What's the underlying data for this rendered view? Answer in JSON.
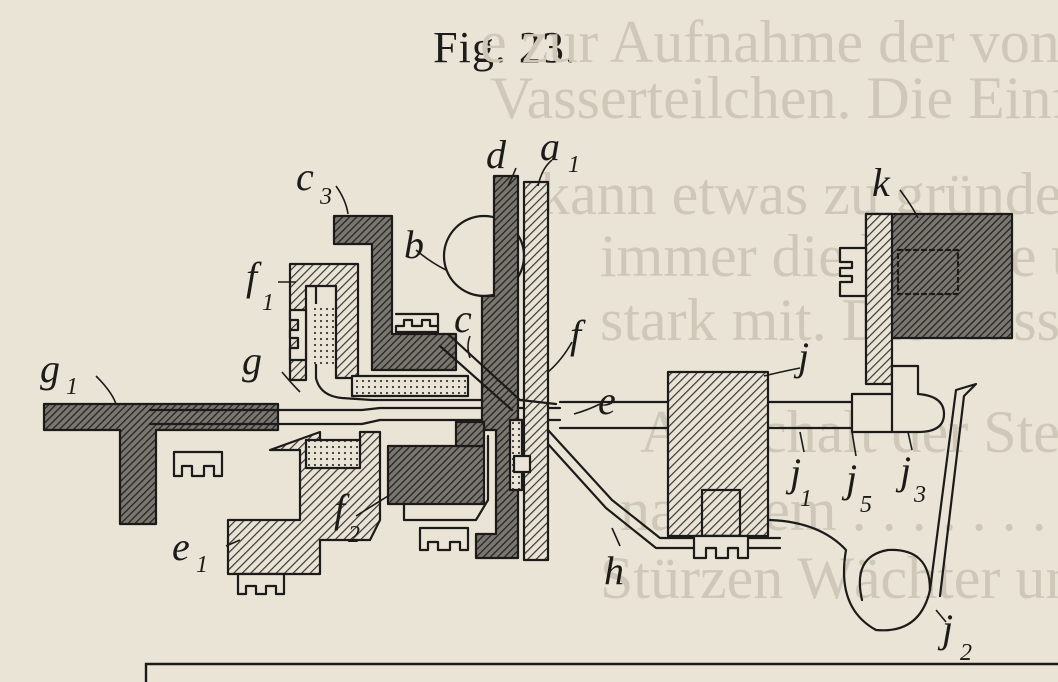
{
  "figure": {
    "title": "Fig. 23."
  },
  "labels": {
    "d": {
      "main": "d",
      "sub": ""
    },
    "a1": {
      "main": "a",
      "sub": "1"
    },
    "c3": {
      "main": "c",
      "sub": "3"
    },
    "b": {
      "main": "b",
      "sub": ""
    },
    "k": {
      "main": "k",
      "sub": ""
    },
    "f1": {
      "main": "f",
      "sub": "1"
    },
    "c": {
      "main": "c",
      "sub": ""
    },
    "f": {
      "main": "f",
      "sub": ""
    },
    "j": {
      "main": "j",
      "sub": ""
    },
    "g1": {
      "main": "g",
      "sub": "1"
    },
    "g": {
      "main": "g",
      "sub": ""
    },
    "e": {
      "main": "e",
      "sub": ""
    },
    "j1": {
      "main": "j",
      "sub": "1"
    },
    "j5": {
      "main": "j",
      "sub": "5"
    },
    "j3": {
      "main": "j",
      "sub": "3"
    },
    "f2": {
      "main": "f",
      "sub": "2"
    },
    "e1": {
      "main": "e",
      "sub": "1"
    },
    "h": {
      "main": "h",
      "sub": ""
    },
    "j2": {
      "main": "j",
      "sub": "2"
    }
  },
  "colors": {
    "paper": "#e9e4d6",
    "ink": "#1c1b19",
    "hatch": "#3a3835",
    "show_through": "#cfc8b8"
  },
  "background_text": [
    "e zur Aufnahme der von den",
    "Vasserteilchen. Die Einfachheit",
    "kann etwas zu gründen über",
    "immer die letztere und beide",
    "stark mit. Die Ausspannung",
    "Ausschalt der Stellung",
    "nachdem . . . . . . . . Die",
    "Stürzen Wächter und Reinigung"
  ]
}
